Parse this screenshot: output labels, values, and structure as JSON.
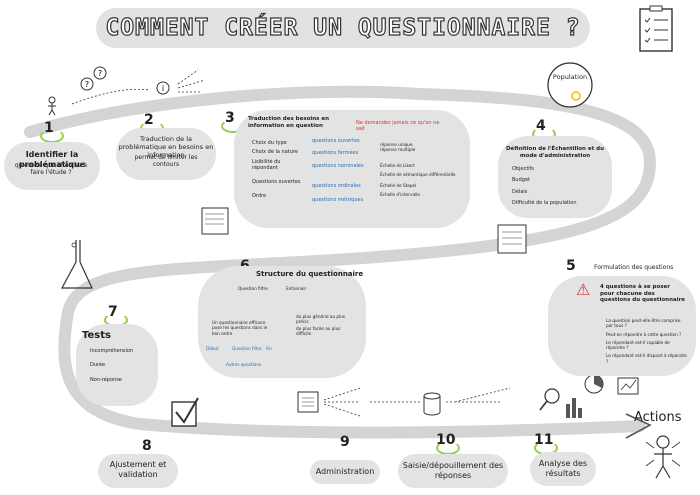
{
  "title": "COMMENT CRÉER UN QUESTIONNAIRE ?",
  "accent": "#8fd14f",
  "highlight": "#f5c542",
  "path_color": "#d4d4d4",
  "population_label": "Population",
  "actions_label": "Actions",
  "steps": [
    {
      "number": "1",
      "title": "Identifier la problématique",
      "bullets": [
        "qu'est-ce que cherche à faire l'étude ?"
      ]
    },
    {
      "number": "2",
      "title": "Traduction de la problématique en besoins en information",
      "bullets": [
        "permet de limiter les contours"
      ]
    },
    {
      "number": "3",
      "title": "Traduction des besoins en information en question",
      "note": "Ne demandez jamais ce qu'on ne sait",
      "items": [
        "Choix du type",
        "Choix de la nature",
        "Lisibilité du répondant",
        "Questions ouvertes",
        "Ordre"
      ],
      "branches": [
        "questions ouvertes",
        "questions fermées",
        "questions nominales",
        "questions ordinales",
        "questions métriques"
      ],
      "details": [
        "réponse unique",
        "réponse multiple",
        "Échelle de Likert",
        "Échelle de sémantique différentielle",
        "Échelle de Stapel",
        "Échelle d'intervalle"
      ]
    },
    {
      "number": "4",
      "title": "Définition de l'Échantillon et du mode d'administration",
      "options": [
        "Objectifs",
        "Budget",
        "Délais",
        "Difficulté de la population"
      ]
    },
    {
      "number": "5",
      "title": "Formulation des questions",
      "subtitle": "4 questions à se poser pour chacune des questions du questionnaire",
      "questions": [
        "La question peut-elle être comprise par tous ?",
        "Peut-on répondre à cette question ?",
        "Le répondant est-il capable de répondre ?",
        "Le répondant est-il disposé à répondre ?"
      ]
    },
    {
      "number": "6",
      "title": "Structure du questionnaire",
      "labels": [
        "Question filtre",
        "Entonnoir",
        "du plus général au plus précis",
        "du plus facile au plus difficile"
      ],
      "note": "Un questionnaire efficace pose les questions dans le bon ordre",
      "nodes": [
        "Début",
        "Question filtre",
        "Fin",
        "Autres questions"
      ]
    },
    {
      "number": "7",
      "title": "Tests",
      "items": [
        "Incompréhension",
        "Durée",
        "Non-réponse"
      ]
    },
    {
      "number": "8",
      "title": "Ajustement et validation"
    },
    {
      "number": "9",
      "title": "Administration"
    },
    {
      "number": "10",
      "title": "Saisie/dépouillement des réponses"
    },
    {
      "number": "11",
      "title": "Analyse des résultats"
    }
  ]
}
